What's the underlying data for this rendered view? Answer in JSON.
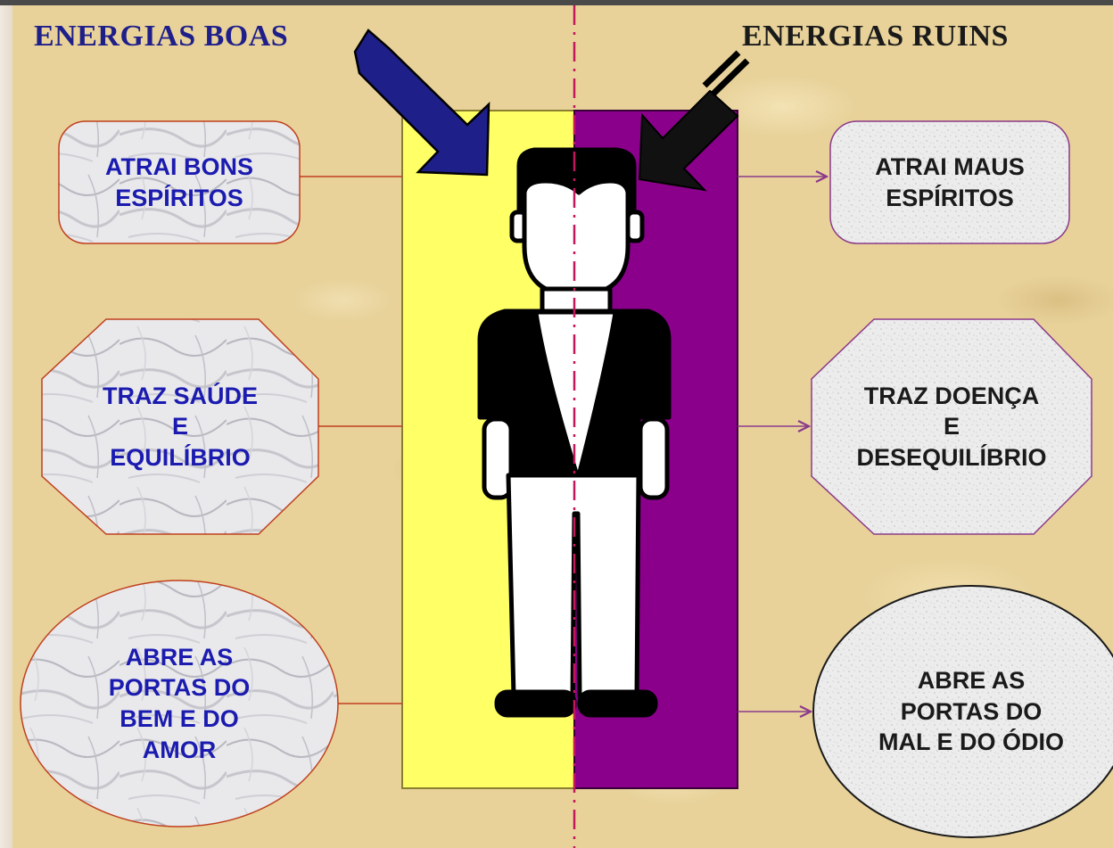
{
  "headings": {
    "good": "ENERGIAS BOAS",
    "bad": "ENERGIAS RUINS"
  },
  "left_boxes": [
    {
      "text": "ATRAI BONS\nESPÍRITOS",
      "shape": "rounded-rectangle"
    },
    {
      "text": "TRAZ SAÚDE\nE\nEQUILÍBRIO",
      "shape": "octagon"
    },
    {
      "text": "ABRE AS\nPORTAS DO\nBEM E DO\nAMOR",
      "shape": "ellipse"
    }
  ],
  "right_boxes": [
    {
      "text": "ATRAI MAUS\nESPÍRITOS",
      "shape": "rounded-rectangle"
    },
    {
      "text": "TRAZ DOENÇA\nE\nDESEQUILÍBRIO",
      "shape": "octagon"
    },
    {
      "text": "ABRE AS\nPORTAS DO\nMAL E DO ÓDIO",
      "shape": "ellipse"
    }
  ],
  "colors": {
    "good_panel": "#ffff66",
    "bad_panel": "#8b008b",
    "good_arrow": "#1f1f8a",
    "bad_arrow": "#111111",
    "connector_good": "#c0401e",
    "connector_bad": "#8b3a8b",
    "divider": "#c2185b",
    "heading_good": "#1f1f8a",
    "heading_bad": "#1a1a1a",
    "box_text_good": "#1b1bb0",
    "box_text_bad": "#1a1a1a"
  },
  "icons": {
    "center_figure": "person-figure-icon",
    "good_arrow": "arrow-down-right-icon",
    "bad_arrow": "arrow-down-left-icon"
  }
}
